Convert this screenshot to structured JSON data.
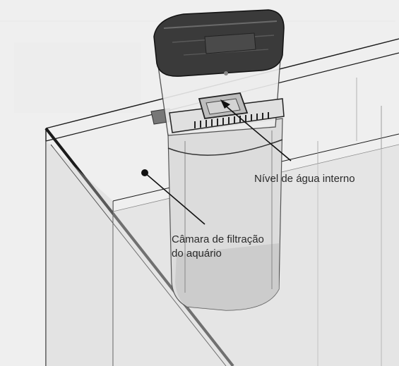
{
  "labels": {
    "internal_water_level": "Nível de água interno",
    "filter_chamber_line1": "Câmara de filtração",
    "filter_chamber_line2": "do aquário"
  },
  "colors": {
    "background": "#f2f2f2",
    "lid": "#3a3a3a",
    "outline": "#1a1a1a",
    "glass": "#e4e4e4",
    "filter_body": "#dcdcdc"
  }
}
